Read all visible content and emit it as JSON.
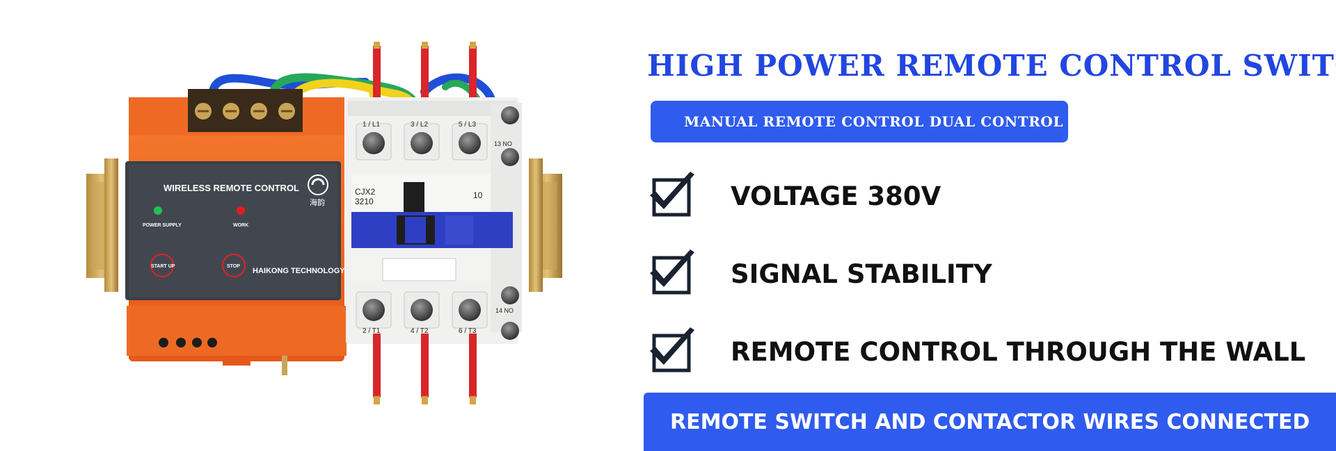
{
  "colors": {
    "accent": "#2f5bee",
    "headline": "#2246e0",
    "module_orange": "#f26a1f",
    "panel_dark": "#3b4047",
    "contactor_white": "#f1f1ef",
    "contactor_blue": "#2f3fc4"
  },
  "headline": "HIGH POWER REMOTE CONTROL SWITCH",
  "subheading": "MANUAL REMOTE CONTROL DUAL CONTROL",
  "features": [
    {
      "icon": "checkbox-checked-icon",
      "label": "VOLTAGE 380V"
    },
    {
      "icon": "checkbox-checked-icon",
      "label": "SIGNAL STABILITY"
    },
    {
      "icon": "checkbox-checked-icon",
      "label": "REMOTE CONTROL THROUGH THE WALL"
    }
  ],
  "banner": "REMOTE SWITCH AND CONTACTOR WIRES CONNECTED",
  "product": {
    "module": {
      "title": "WIRELESS REMOTE CONTROL",
      "brand_logo_text": "海韵",
      "power_label": "POWER SUPPLY",
      "work_label": "WORK",
      "start_label": "START UP",
      "stop_label": "STOP",
      "company": "HAIKONG TECHNOLOGY"
    },
    "contactor": {
      "top_terminals": [
        "1 / L1",
        "3 / L2",
        "5 / L3"
      ],
      "top_aux": "13 NO",
      "model_line1": "CJX2",
      "model_line2": "3210",
      "code": "10",
      "bottom_terminals": [
        "2 / T1",
        "4 / T2",
        "6 / T3"
      ],
      "bottom_aux": "14 NO"
    }
  }
}
